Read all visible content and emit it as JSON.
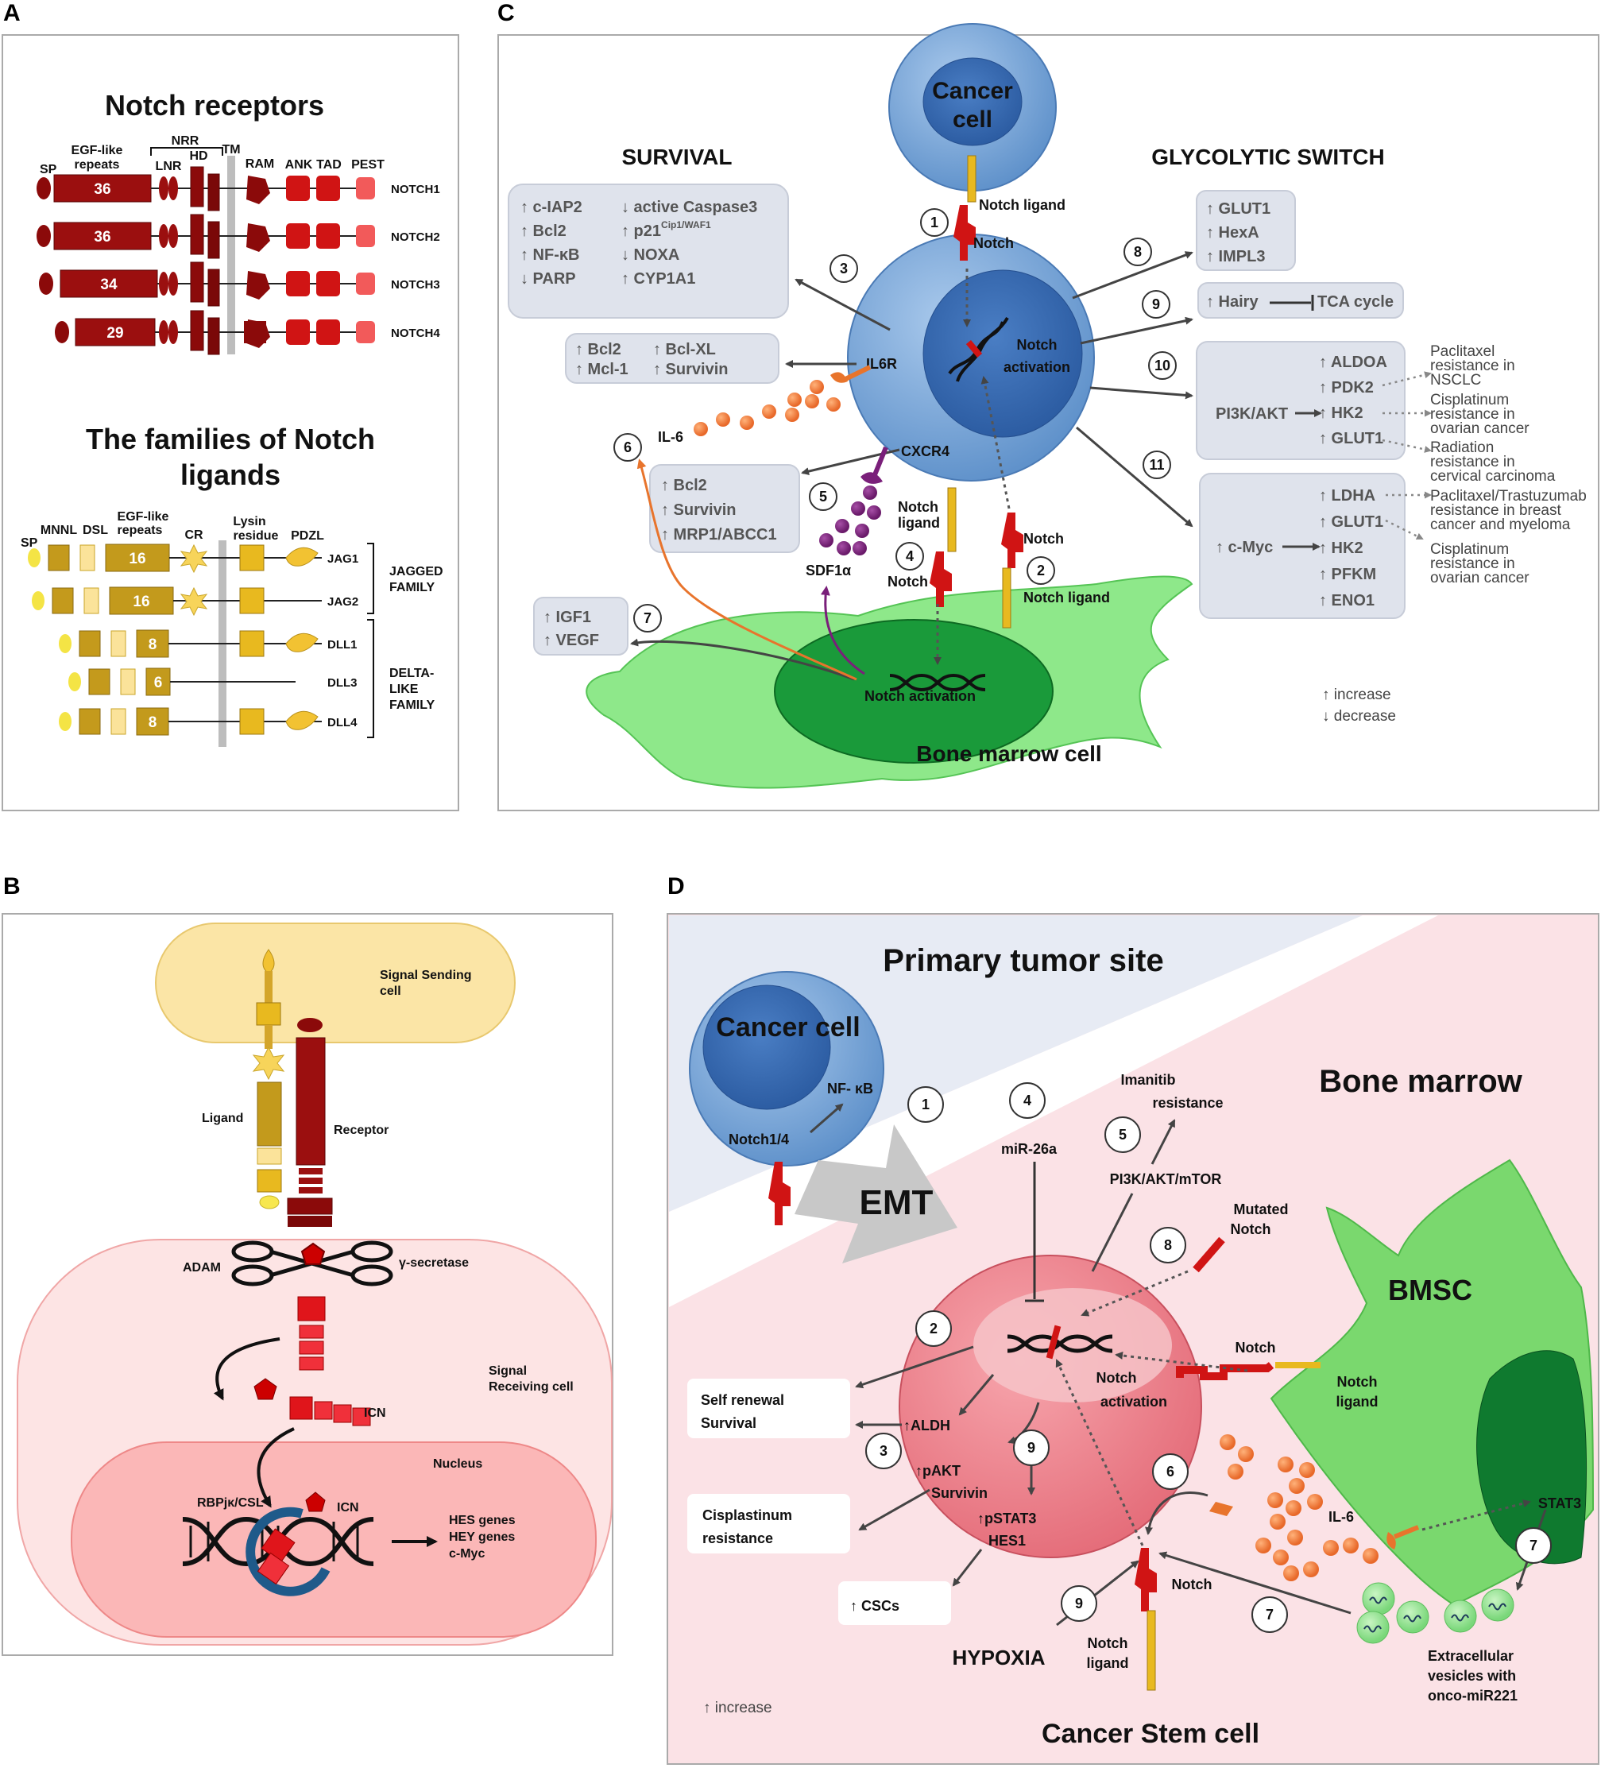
{
  "panels": {
    "a": "A",
    "b": "B",
    "c": "C",
    "d": "D"
  },
  "panel_a": {
    "title_receptors": "Notch receptors",
    "receptor_labels": {
      "sp": "SP",
      "egf": "EGF-like",
      "egf2": "repeats",
      "nrr": "NRR",
      "lnr": "LNR",
      "hd": "HD",
      "tm": "TM",
      "ram": "RAM",
      "ank": "ANK",
      "tad": "TAD",
      "pest": "PEST"
    },
    "receptors": [
      {
        "name": "NOTCH1",
        "repeats": "36"
      },
      {
        "name": "NOTCH2",
        "repeats": "36"
      },
      {
        "name": "NOTCH3",
        "repeats": "34"
      },
      {
        "name": "NOTCH4",
        "repeats": "29"
      }
    ],
    "title_ligands_1": "The families of Notch",
    "title_ligands_2": "ligands",
    "ligand_labels": {
      "sp": "SP",
      "mnnl": "MNNL",
      "dsl": "DSL",
      "egf": "EGF-like",
      "egf2": "repeats",
      "cr": "CR",
      "lys": "Lysin",
      "lys2": "residue",
      "pdzl": "PDZL"
    },
    "ligands": [
      {
        "name": "JAG1",
        "repeats": "16"
      },
      {
        "name": "JAG2",
        "repeats": "16"
      },
      {
        "name": "DLL1",
        "repeats": "8"
      },
      {
        "name": "DLL3",
        "repeats": "6"
      },
      {
        "name": "DLL4",
        "repeats": "8"
      }
    ],
    "jagged_family": [
      "JAGGED",
      "FAMILY"
    ],
    "delta_family": [
      "DELTA-",
      "LIKE",
      "FAMILY"
    ]
  },
  "panel_b": {
    "sending": [
      "Signal Sending",
      "cell"
    ],
    "ligand": "Ligand",
    "receptor": "Receptor",
    "adam": "ADAM",
    "gamma": "γ-secretase",
    "receiving": [
      "Signal",
      "Receiving cell"
    ],
    "icn": "ICN",
    "nucleus": "Nucleus",
    "rbp": "RBPjκ/CSL",
    "icn2": "ICN",
    "targets": [
      "HES genes",
      "HEY genes",
      "c-Myc"
    ]
  },
  "panel_c": {
    "cancer_cell": [
      "Cancer",
      "cell"
    ],
    "survival": "SURVIVAL",
    "glycolytic": "GLYCOLYTIC SWITCH",
    "survival_box_left": [
      "↑ c-IAP2",
      "↑ Bcl2",
      "↑ NF-κB",
      "↓ PARP"
    ],
    "survival_box_right_1": "↓ active Caspase3",
    "p21": "↑ p21",
    "p21_sup": "Cip1/WAF1",
    "survival_box_right_rest": [
      "↓ NOXA",
      "↑ CYP1A1"
    ],
    "il6r_box": [
      "↑ Bcl2",
      "↑ Mcl-1",
      "↑ Bcl-XL",
      "↑ Survivin"
    ],
    "il6r": "IL6R",
    "il6": "IL-6",
    "cxcr4": "CXCR4",
    "cxcr4_box": [
      "↑ Bcl2",
      "↑ Survivin",
      "↑ MRP1/ABCC1"
    ],
    "sdf": "SDF1α",
    "igf_box": [
      "↑ IGF1",
      "↑ VEGF"
    ],
    "notch_ligand": "Notch ligand",
    "notch": "Notch",
    "notch_activation": [
      "Notch",
      "activation"
    ],
    "notch_ligand_2": [
      "Notch",
      "ligand"
    ],
    "notch_2": "Notch",
    "notch_3": "Notch",
    "notch_ligand_3": "Notch ligand",
    "bm_activation": "Notch activation",
    "bone_marrow_cell": "Bone marrow cell",
    "glut_box": [
      "↑ GLUT1",
      "↑ HexA",
      "↑ IMPL3"
    ],
    "hairy": "↑ Hairy",
    "tca": "TCA cycle",
    "pi3k": "PI3K/AKT",
    "pi3k_box": [
      "↑ ALDOA",
      "↑ PDK2",
      "↑ HK2",
      "↑ GLUT1"
    ],
    "cmyc": "↑ c-Myc",
    "cmyc_box": [
      "↑ LDHA",
      "↑ GLUT1",
      "↑ HK2",
      "↑ PFKM",
      "↑ ENO1"
    ],
    "resist": [
      [
        "Paclitaxel",
        "resistance in",
        "NSCLC"
      ],
      [
        "Cisplatinum",
        "resistance in",
        "ovarian cancer"
      ],
      [
        "Radiation",
        "resistance in",
        "cervical carcinoma"
      ],
      [
        "Paclitaxel/Trastuzumab",
        "resistance in breast",
        "cancer and myeloma"
      ],
      [
        "Cisplatinum",
        "resistance in",
        "ovarian cancer"
      ]
    ],
    "legend": [
      "↑ increase",
      "↓ decrease"
    ],
    "numbers": [
      "1",
      "2",
      "3",
      "4",
      "5",
      "6",
      "7",
      "8",
      "9",
      "10",
      "11"
    ]
  },
  "panel_d": {
    "primary_site": "Primary tumor site",
    "cancer_cell": "Cancer cell",
    "nfkb": "NF- κB",
    "notch14": "Notch1/4",
    "emt": "EMT",
    "bone_marrow": "Bone marrow",
    "mir26a": "miR-26a",
    "imanitib": [
      "Imanitib",
      "resistance"
    ],
    "pi3k": "PI3K/AKT/mTOR",
    "mutated": [
      "Mutated",
      "Notch"
    ],
    "bmsc": "BMSC",
    "notch": "Notch",
    "notch_ligand": [
      "Notch",
      "ligand"
    ],
    "notch_activation": [
      "Notch",
      "activation"
    ],
    "self_renewal": [
      "Self renewal",
      "Survival"
    ],
    "aldh": "↑ALDH",
    "pakt": [
      "↑pAKT",
      "Survivin"
    ],
    "pstat": [
      "↑pSTAT3",
      "HES1"
    ],
    "cisplastinum": [
      "Cisplastinum",
      "resistance"
    ],
    "cscs": "↑ CSCs",
    "il6": "IL-6",
    "stat3": "STAT3",
    "notch_2": "Notch",
    "hypoxia": "HYPOXIA",
    "notch_ligand_2": [
      "Notch",
      "ligand"
    ],
    "ev": [
      "Extracellular",
      "vesicles with",
      "onco-miR221"
    ],
    "csc": "Cancer Stem cell",
    "legend": "↑ increase",
    "numbers": [
      "1",
      "2",
      "3",
      "4",
      "5",
      "6",
      "7",
      "7",
      "8",
      "9",
      "9"
    ]
  }
}
